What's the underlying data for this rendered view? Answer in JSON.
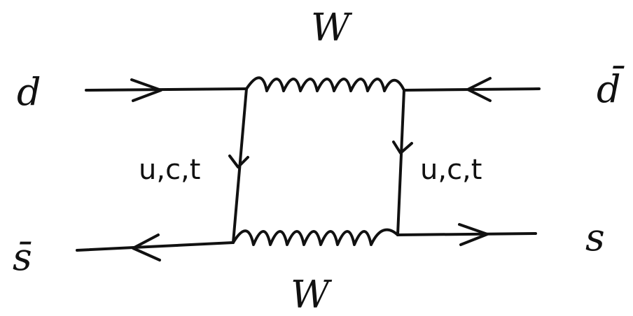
{
  "diagram": {
    "boson_top": "W",
    "boson_bottom": "W",
    "quark_in_top": "d",
    "quark_in_bottom": "s̄",
    "quark_out_top": "d̄",
    "quark_out_bottom": "s",
    "internal_left": "u,c,t",
    "internal_right": "u,c,t"
  }
}
